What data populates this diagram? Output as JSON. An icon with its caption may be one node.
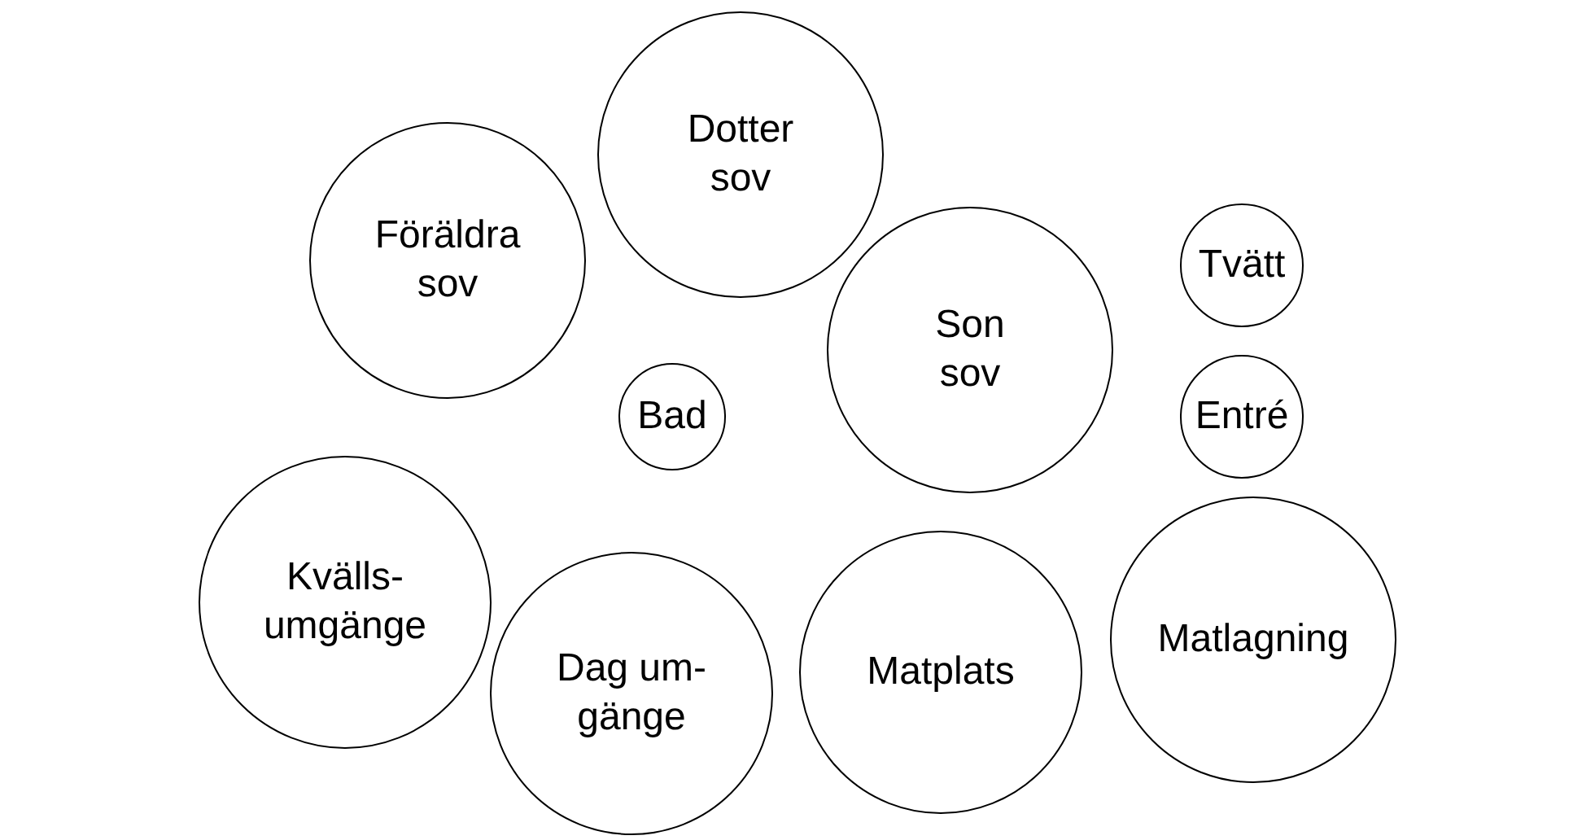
{
  "diagram": {
    "nodes": [
      {
        "text": [
          "Föräldra sov"
        ]
      },
      {
        "text": [
          "Dotter sov"
        ]
      },
      {
        "text": [
          "Son sov"
        ]
      },
      {
        "text": [
          "Tvätt"
        ]
      },
      {
        "text": [
          "Bad"
        ]
      },
      {
        "text": [
          "Entré"
        ]
      },
      {
        "text": [
          "Kvälls- umgänge"
        ]
      },
      {
        "text": [
          "Dag um- gänge"
        ]
      },
      {
        "text": [
          "Matplats"
        ]
      },
      {
        "text": [
          "Matlagning"
        ]
      }
    ]
  }
}
